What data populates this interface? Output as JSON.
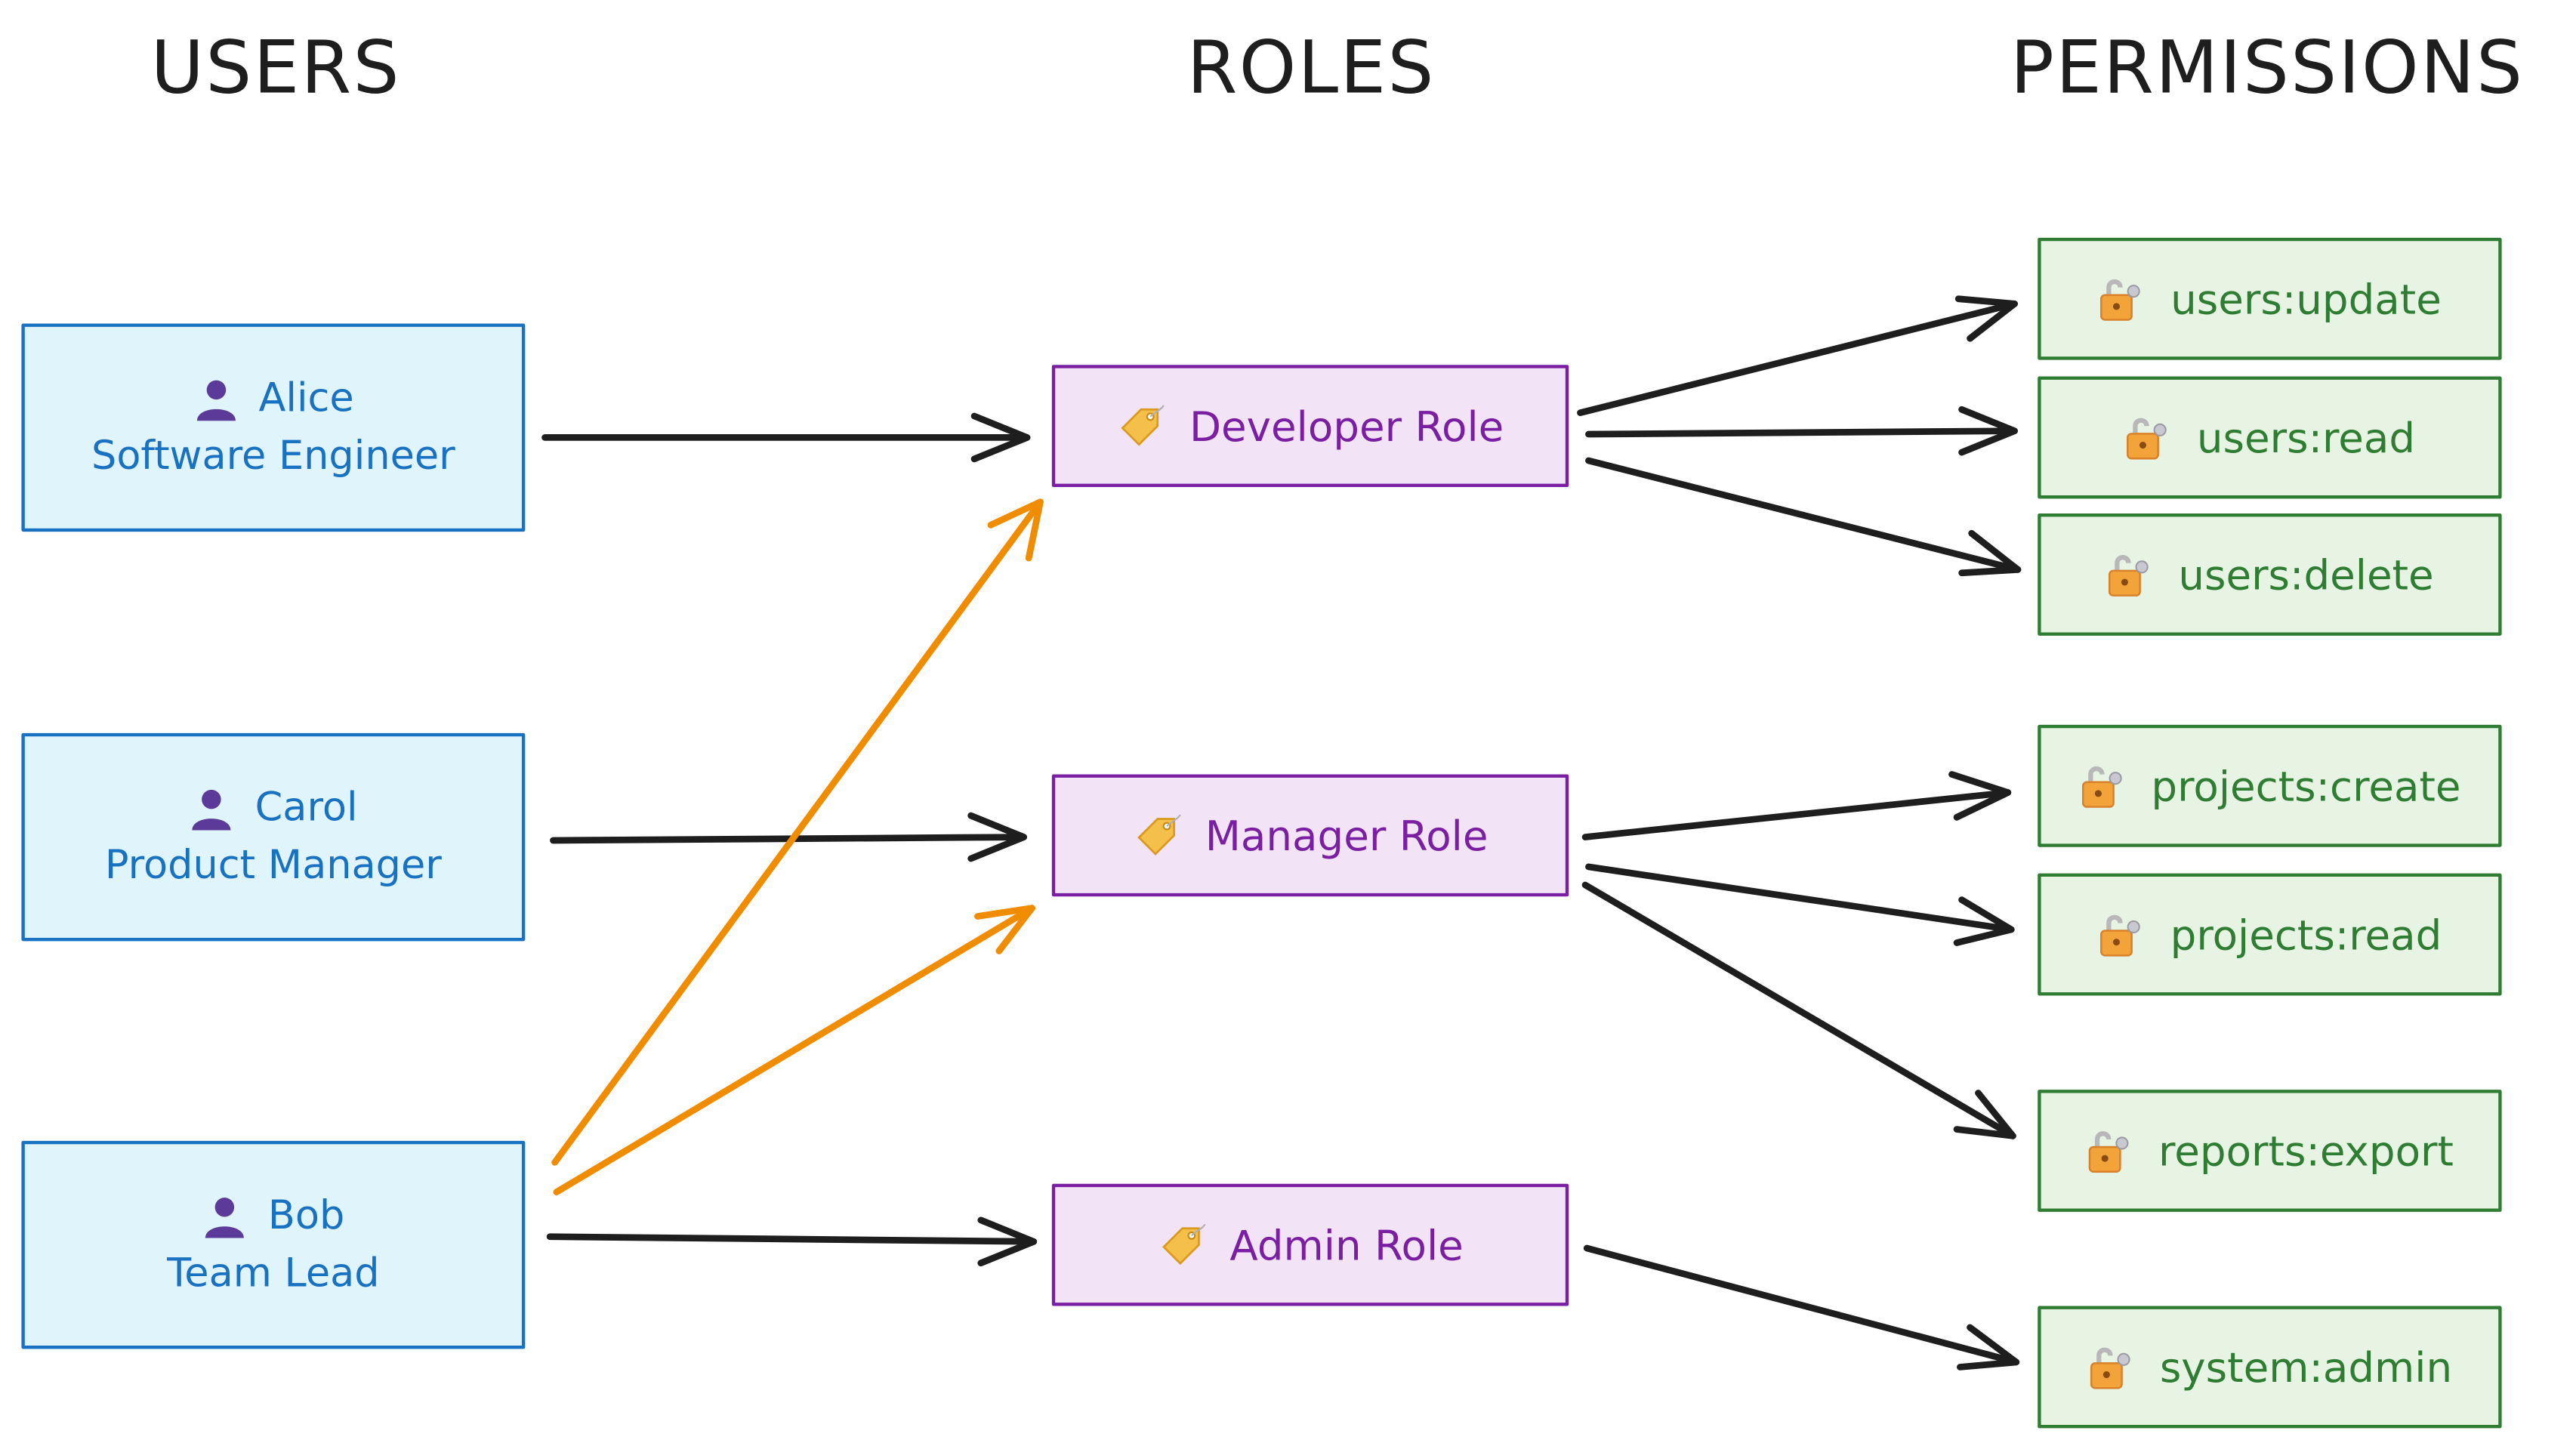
{
  "headers": {
    "users": "USERS",
    "roles": "ROLES",
    "permissions": "PERMISSIONS"
  },
  "users": [
    {
      "name": "Alice",
      "title": "Software Engineer",
      "icon": "person-icon"
    },
    {
      "name": "Carol",
      "title": "Product Manager",
      "icon": "person-icon"
    },
    {
      "name": "Bob",
      "title": "Team Lead",
      "icon": "person-icon"
    }
  ],
  "roles": [
    {
      "label": "Developer Role",
      "icon": "tag-icon"
    },
    {
      "label": "Manager Role",
      "icon": "tag-icon"
    },
    {
      "label": "Admin Role",
      "icon": "tag-icon"
    }
  ],
  "permissions": [
    {
      "label": "users:update",
      "icon": "lock-icon"
    },
    {
      "label": "users:read",
      "icon": "lock-icon"
    },
    {
      "label": "users:delete",
      "icon": "lock-icon"
    },
    {
      "label": "projects:create",
      "icon": "lock-icon"
    },
    {
      "label": "projects:read",
      "icon": "lock-icon"
    },
    {
      "label": "reports:export",
      "icon": "lock-icon"
    },
    {
      "label": "system:admin",
      "icon": "lock-icon"
    }
  ],
  "connections": [
    {
      "from": "Alice",
      "to": "Developer Role",
      "color": "#1e1e1e"
    },
    {
      "from": "Carol",
      "to": "Manager Role",
      "color": "#1e1e1e"
    },
    {
      "from": "Bob",
      "to": "Admin Role",
      "color": "#1e1e1e"
    },
    {
      "from": "Bob",
      "to": "Developer Role",
      "color": "#f08c00"
    },
    {
      "from": "Bob",
      "to": "Manager Role",
      "color": "#f08c00"
    },
    {
      "from": "Developer Role",
      "to": "users:update",
      "color": "#1e1e1e"
    },
    {
      "from": "Developer Role",
      "to": "users:read",
      "color": "#1e1e1e"
    },
    {
      "from": "Developer Role",
      "to": "users:delete",
      "color": "#1e1e1e"
    },
    {
      "from": "Manager Role",
      "to": "projects:create",
      "color": "#1e1e1e"
    },
    {
      "from": "Manager Role",
      "to": "projects:read",
      "color": "#1e1e1e"
    },
    {
      "from": "Manager Role",
      "to": "reports:export",
      "color": "#1e1e1e"
    },
    {
      "from": "Admin Role",
      "to": "system:admin",
      "color": "#1e1e1e"
    }
  ],
  "colors": {
    "user_fill": "#e0f4fc",
    "user_stroke": "#1971c2",
    "role_fill": "#f3e3f7",
    "role_stroke": "#7b1fa2",
    "permission_fill": "#e7f4e4",
    "permission_stroke": "#2e7d32",
    "arrow_default": "#1e1e1e",
    "arrow_highlight": "#f08c00"
  }
}
